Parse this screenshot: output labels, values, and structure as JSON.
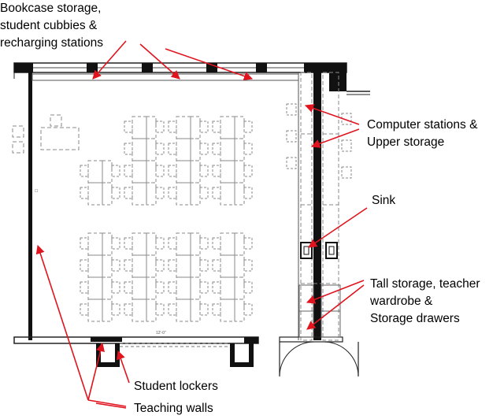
{
  "annotations": {
    "bookcase": [
      "Bookcase storage,",
      "student cubbies &",
      "recharging stations"
    ],
    "computer": [
      "Computer stations &",
      "Upper storage"
    ],
    "sink": [
      "Sink"
    ],
    "tall_storage": [
      "Tall storage, teacher",
      "wardrobe &",
      "Storage drawers"
    ],
    "lockers": [
      "Student lockers"
    ],
    "teaching_walls": [
      "Teaching walls"
    ]
  },
  "plan_marks": {
    "wall_text": "☐",
    "dimension": "12'-0\""
  },
  "colors": {
    "arrow": "#e0141e",
    "wall": "#111111",
    "furniture": "#8a8a8a"
  }
}
